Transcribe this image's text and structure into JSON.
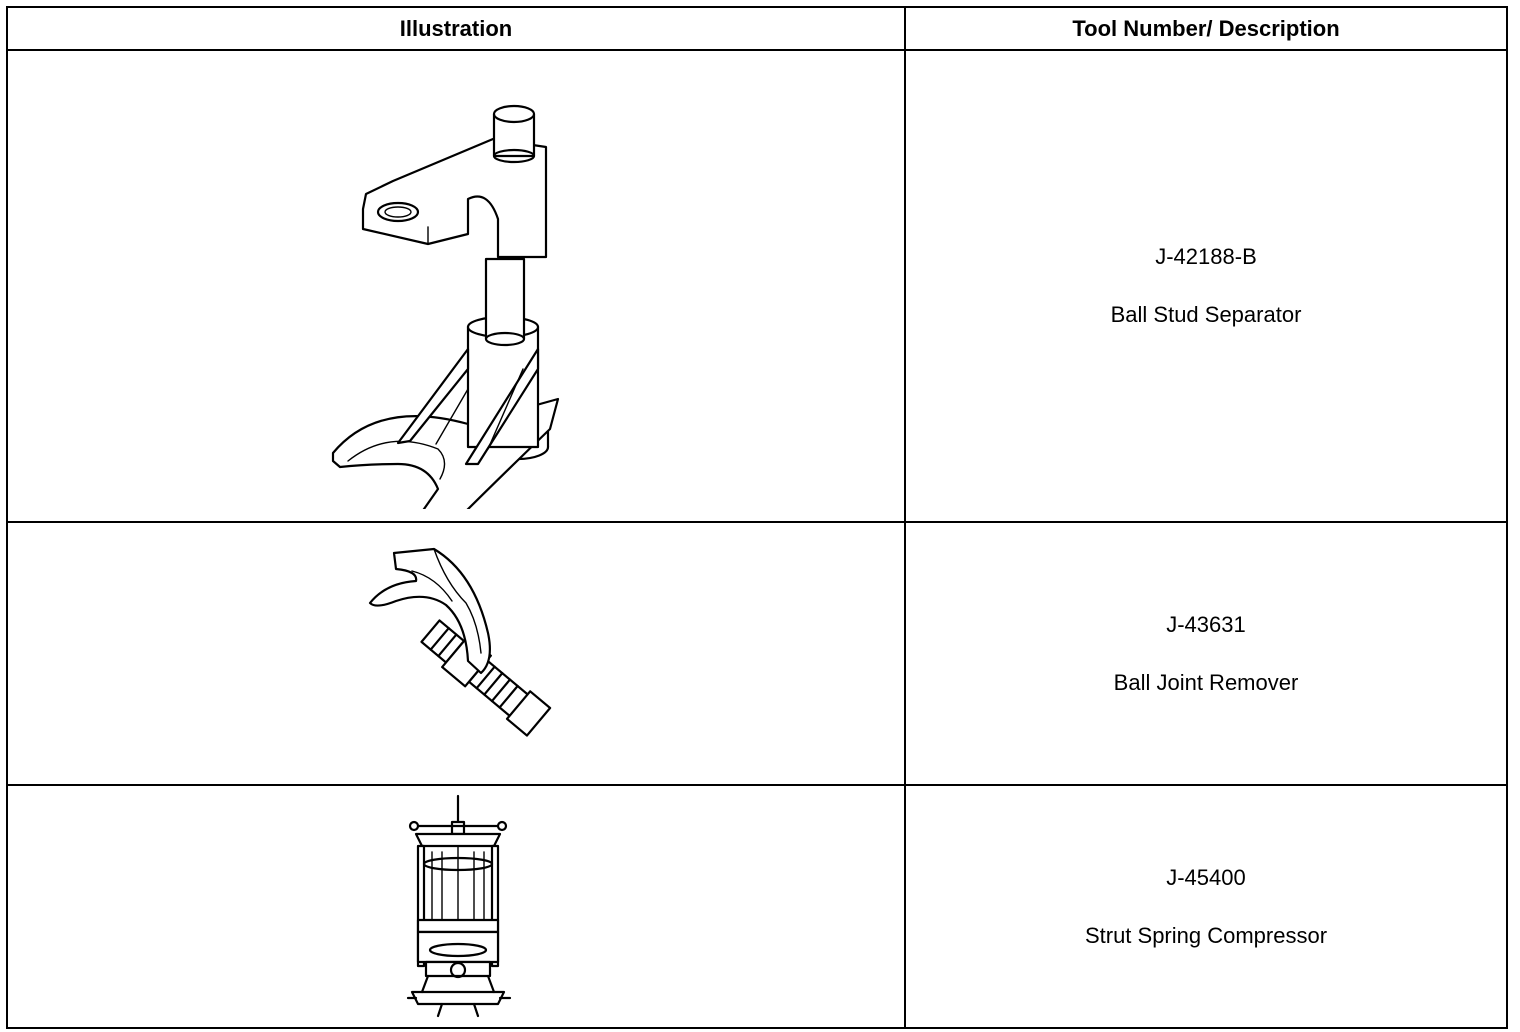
{
  "table": {
    "headers": {
      "illustration": "Illustration",
      "tool": "Tool Number/ Description"
    },
    "rows": [
      {
        "tool_number": "J-42188-B",
        "description": "Ball Stud Separator",
        "icon": "ball-stud-separator-illustration"
      },
      {
        "tool_number": "J-43631",
        "description": "Ball Joint Remover",
        "icon": "ball-joint-remover-illustration"
      },
      {
        "tool_number": "J-45400",
        "description": "Strut Spring Compressor",
        "icon": "strut-spring-compressor-illustration"
      }
    ]
  }
}
